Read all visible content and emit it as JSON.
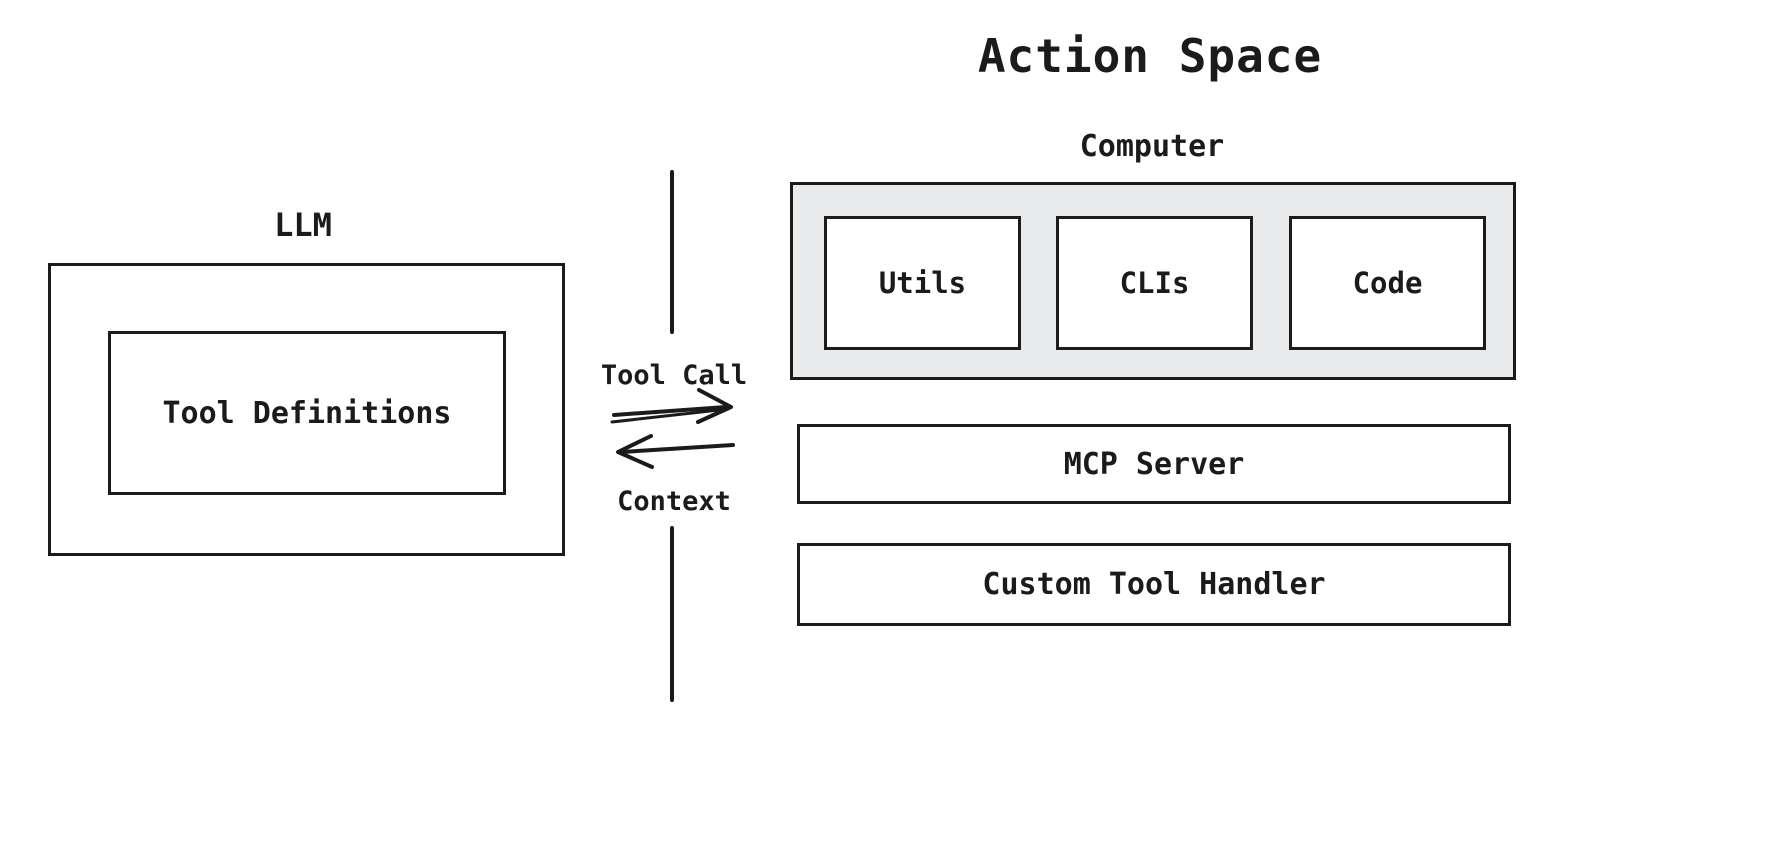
{
  "diagram": {
    "title": "Action Space",
    "llm": {
      "label": "LLM",
      "inner_box": "Tool Definitions"
    },
    "computer": {
      "label": "Computer",
      "items": [
        "Utils",
        "CLIs",
        "Code"
      ]
    },
    "mcp_server": {
      "label": "MCP Server"
    },
    "custom_tool_handler": {
      "label": "Custom Tool Handler"
    },
    "arrows": {
      "tool_call_label": "Tool Call",
      "context_label": "Context"
    }
  },
  "colors": {
    "stroke": "#1b1b1b",
    "computer_bg": "#e8eaec",
    "background": "#ffffff"
  }
}
